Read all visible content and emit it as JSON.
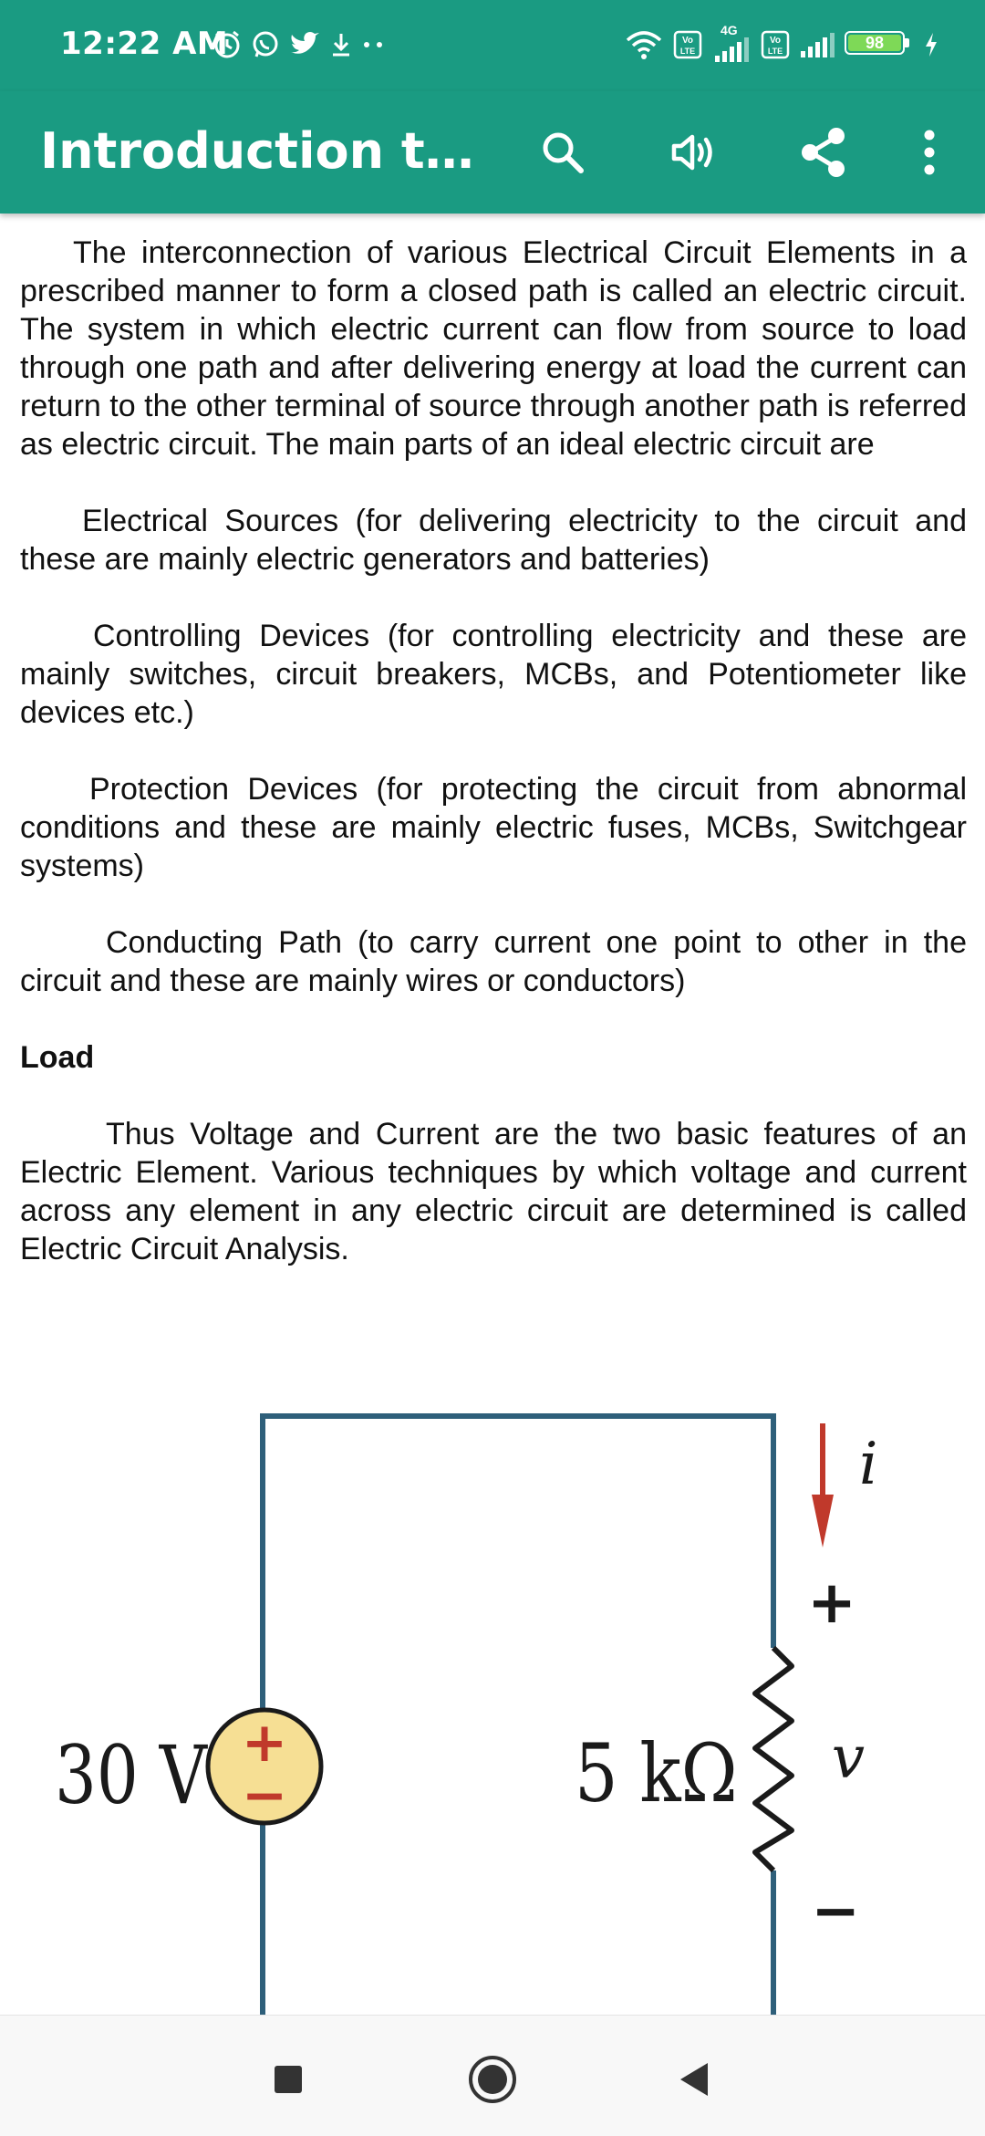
{
  "status_bar": {
    "time": "12:22 AM",
    "battery": "98",
    "network": "4G",
    "left_icons": [
      "alarm-icon",
      "whatsapp-icon",
      "twitter-icon",
      "download-icon",
      "more-dots-icon"
    ],
    "right_icons": [
      "wifi-icon",
      "volte-icon",
      "signal-icon",
      "volte-icon",
      "signal-icon",
      "battery-icon",
      "charging-icon"
    ]
  },
  "app_bar": {
    "title": "Introduction to ci...",
    "actions": [
      "search-icon",
      "speaker-icon",
      "share-icon",
      "overflow-menu-icon"
    ],
    "color": "#1a9b82"
  },
  "article": {
    "intro": "The interconnection of various Electrical Circuit Elements in a prescribed manner to form a closed path is called an electric circuit. The system in which electric current can flow from source to load through one path and after delivering energy at load the current can return to the other terminal of source through another path is referred as electric circuit.  The main parts of an ideal electric circuit are",
    "items": [
      "Electrical Sources (for delivering electricity to the circuit and these are mainly electric generators and batteries)",
      "Controlling Devices (for controlling electricity and these are mainly switches, circuit breakers, MCBs, and Potentiometer like devices etc.)",
      "Protection Devices (for protecting the circuit from abnormal conditions and these are mainly electric fuses, MCBs, Switchgear systems)",
      "Conducting Path (to carry current one point to other in the circuit and these are mainly wires or conductors)"
    ],
    "load_heading": "Load",
    "summary": "Thus Voltage and Current are the two basic features of an Electric Element. Various techniques by which voltage and current across any element in any electric circuit are determined is called Electric Circuit Analysis."
  },
  "figure": {
    "source_label": "30 V",
    "source_plus": "+",
    "source_minus": "−",
    "resistor_label": "5 kΩ",
    "current_label": "i",
    "voltage_label": "v",
    "voltage_plus": "+",
    "voltage_minus": "−"
  },
  "nav_bar": {
    "buttons": [
      "recents-icon",
      "home-icon",
      "back-icon"
    ]
  }
}
